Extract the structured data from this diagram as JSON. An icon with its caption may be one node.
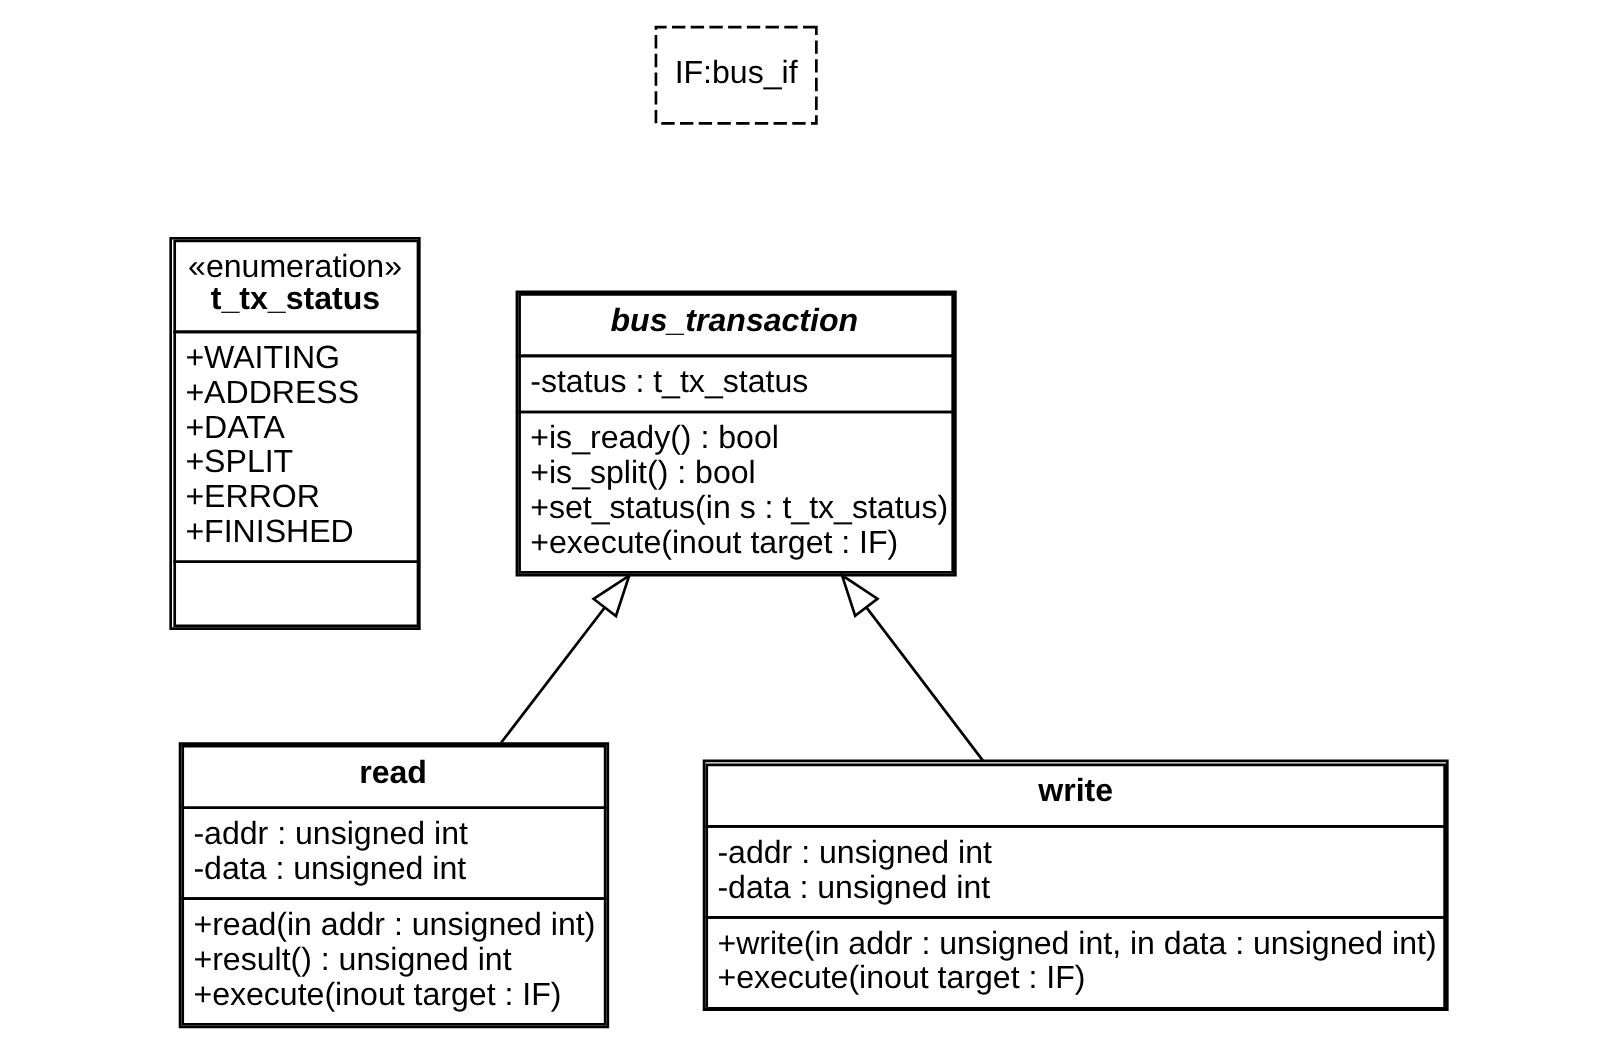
{
  "diagram": {
    "nodes": [
      {
        "text": [
          "«enumeration»",
          "t_tx_status",
          "+WAITING",
          "+ADDRESS",
          "+DATA",
          "+SPLIT",
          "+ERROR",
          "+FINISHED"
        ]
      },
      {
        "text": [
          "bus_transaction",
          "-status : t_tx_status",
          "+is_ready() : bool",
          "+is_split() : bool",
          "+set_status(in s : t_tx_status)",
          "+execute(inout target : IF)"
        ]
      },
      {
        "text": [
          "IF:bus_if"
        ]
      },
      {
        "text": [
          "read",
          "-addr : unsigned int",
          "-data : unsigned int",
          "+read(in addr : unsigned int)",
          "+result() : unsigned int",
          "+execute(inout target : IF)"
        ]
      },
      {
        "text": [
          "write",
          "-addr : unsigned int",
          "-data : unsigned int",
          "+write(in addr : unsigned int, in data : unsigned int)",
          "+execute(inout target : IF)"
        ]
      }
    ],
    "edges": [
      {
        "from": 3,
        "to": 1,
        "arrow": "to"
      },
      {
        "from": 4,
        "to": 1,
        "arrow": "to"
      }
    ]
  }
}
